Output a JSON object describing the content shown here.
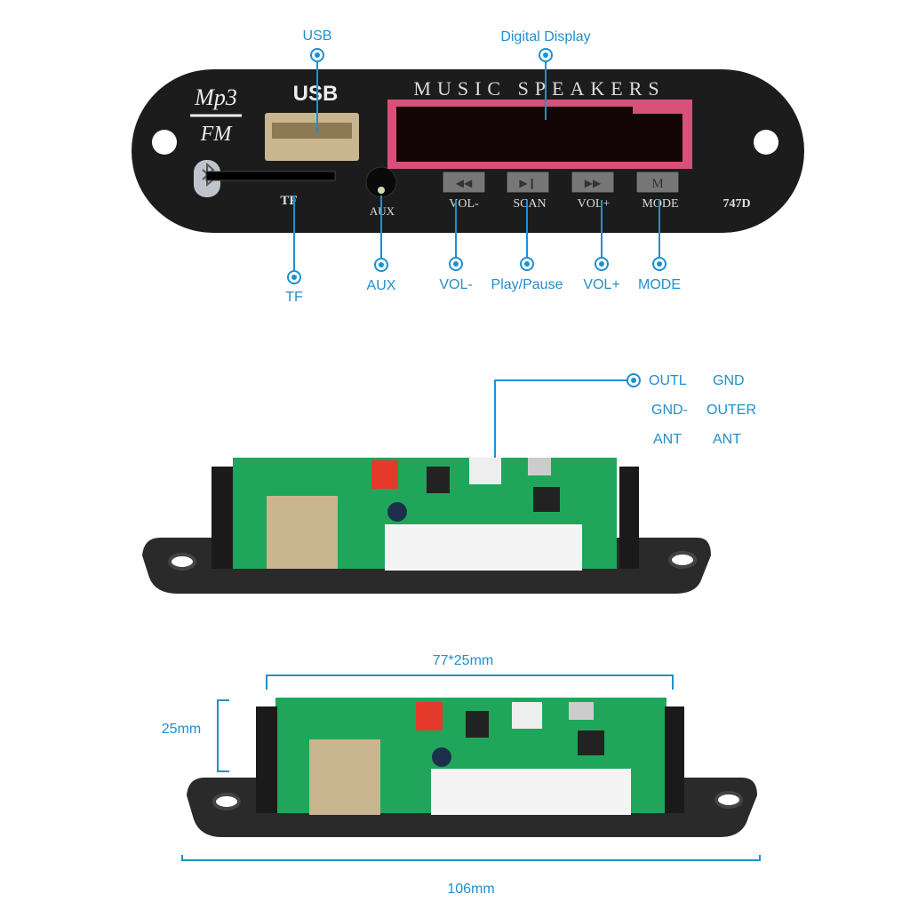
{
  "colors": {
    "accent": "#1f8fcf",
    "panel": "#1c1c1c",
    "display": "#d9507a",
    "pcb": "#1fa65a"
  },
  "panel": {
    "logo_top": "Mp3",
    "logo_bottom": "FM",
    "usb_text": "USB",
    "brand": "MUSIC SPEAKERS",
    "tf_text": "TF",
    "aux_text": "AUX",
    "model": "747D",
    "buttons": [
      {
        "label": "VOL-",
        "icon": "previous-icon"
      },
      {
        "label": "SCAN",
        "icon": "play-pause-icon"
      },
      {
        "label": "VOL+",
        "icon": "next-icon"
      },
      {
        "label": "MODE",
        "icon": "mode-icon",
        "glyph": "M"
      }
    ]
  },
  "callouts": {
    "usb": "USB",
    "display": "Digital Display",
    "tf": "TF",
    "aux": "AUX",
    "vol_minus": "VOL-",
    "play_pause": "Play/Pause",
    "vol_plus": "VOL+",
    "mode": "MODE"
  },
  "connector": {
    "rows": [
      [
        "OUTL",
        "GND"
      ],
      [
        "GND-",
        "OUTER"
      ],
      [
        "ANT",
        "ANT"
      ]
    ]
  },
  "dimensions": {
    "board": "77*25mm",
    "height": "25mm",
    "length": "106mm"
  }
}
